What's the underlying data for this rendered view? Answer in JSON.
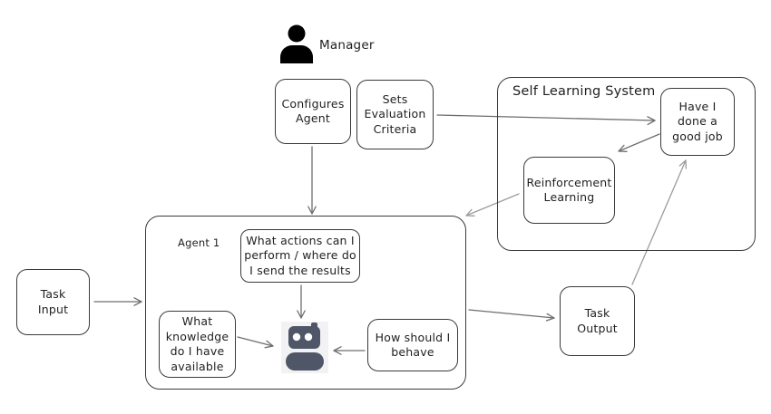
{
  "diagram_title": "Agent self-learning system diagram",
  "labels": {
    "manager": "Manager",
    "configures_agent": "Configures\nAgent",
    "sets_evaluation": "Sets\nEvaluation\nCriteria",
    "self_learning_system": "Self Learning System",
    "have_i": "Have I\ndone a\ngood job",
    "reinforcement": "Reinforcement\nLearning",
    "agent1": "Agent 1",
    "what_actions": "What actions can I\nperform / where do\nI send the results",
    "what_knowledge": "What\nknowledge\ndo I have\navailable",
    "how_behave": "How should I\nbehave",
    "task_input": "Task\nInput",
    "task_output": "Task\nOutput"
  },
  "icons": {
    "manager": "person-silhouette-icon",
    "agent": "robot-icon"
  },
  "colors": {
    "background": "#ffffff",
    "box_border": "#3a3a3a",
    "text": "#1f1f1f",
    "arrow": "#6e6e6e",
    "arrow_light": "#9c9c9c",
    "manager_icon": "#000000",
    "robot_icon": "#4e5668",
    "robot_icon_bg": "#f2f2f4",
    "robot_eyes": "#ffffff"
  },
  "edges": [
    {
      "from": "configures_agent",
      "to": "agent1"
    },
    {
      "from": "task_input",
      "to": "agent1"
    },
    {
      "from": "sets_evaluation",
      "to": "have_i"
    },
    {
      "from": "have_i",
      "to": "reinforcement"
    },
    {
      "from": "reinforcement",
      "to": "agent1"
    },
    {
      "from": "what_actions",
      "to": "robot"
    },
    {
      "from": "what_knowledge",
      "to": "robot"
    },
    {
      "from": "how_behave",
      "to": "robot"
    },
    {
      "from": "agent1",
      "to": "task_output"
    },
    {
      "from": "task_output",
      "to": "have_i"
    }
  ]
}
